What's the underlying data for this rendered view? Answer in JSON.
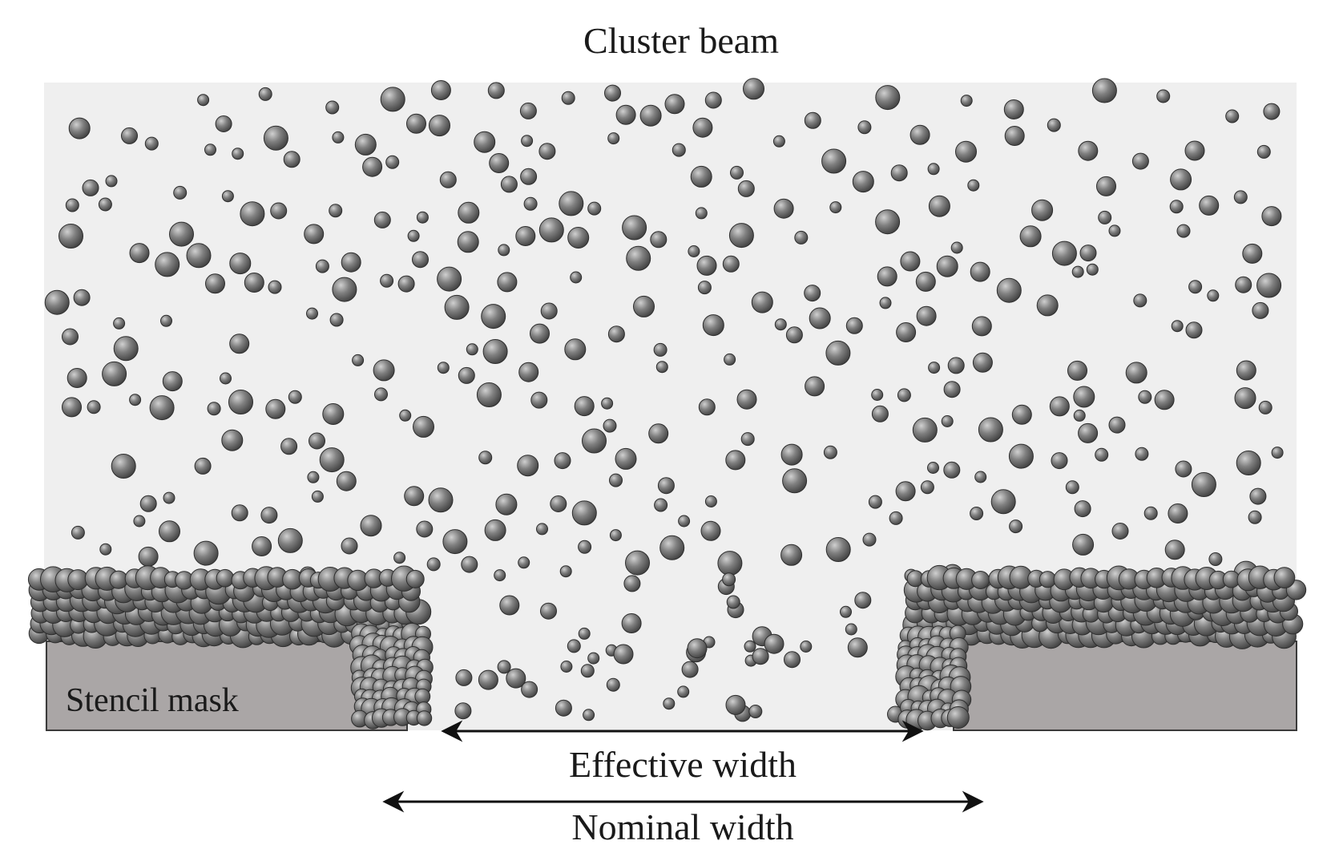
{
  "labels": {
    "title": "Cluster beam",
    "mask": "Stencil mask",
    "effective": "Effective width",
    "nominal": "Nominal width"
  },
  "colors": {
    "chamber": "#efefef",
    "mask_fill": "#aaa6a6",
    "mask_edge": "#3a3a3a",
    "particle_light": "#d0d0d0",
    "particle_mid": "#808080",
    "particle_dark": "#3c3c3c",
    "arrow": "#111111"
  }
}
